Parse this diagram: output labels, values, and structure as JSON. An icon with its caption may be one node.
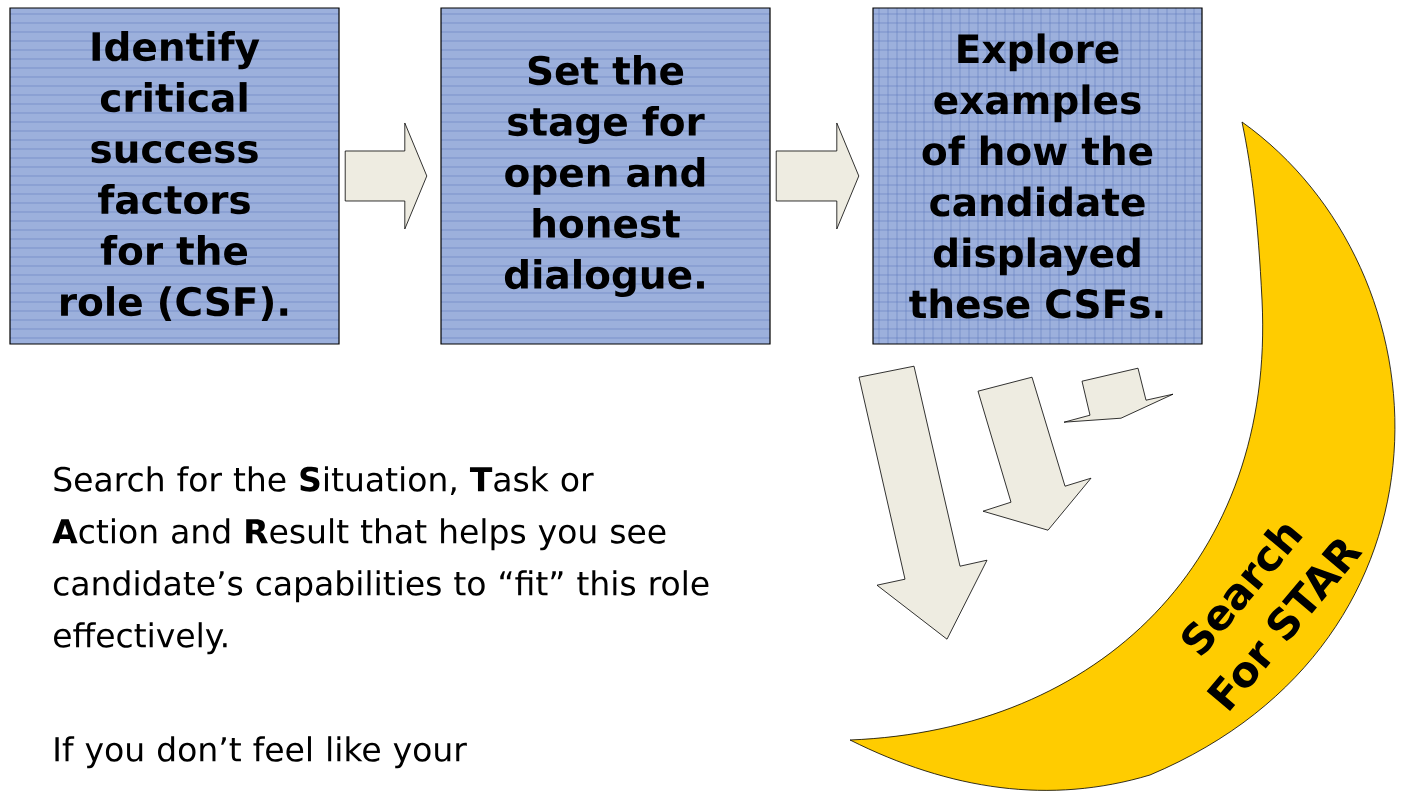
{
  "diagram": {
    "nodes": [
      {
        "text": [
          "Identify critical success factors for the role (CSF)."
        ]
      },
      {
        "text": [
          "Set the stage for open and honest dialogue."
        ]
      },
      {
        "text": [
          "Explore examples of how the candidate displayed these CSFs."
        ]
      },
      {
        "text": [
          "Search For STAR"
        ]
      }
    ],
    "edges": [
      {
        "from": 0,
        "to": 1,
        "arrow": "to"
      },
      {
        "from": 1,
        "to": 2,
        "arrow": "to"
      },
      {
        "from": 2,
        "to": null,
        "arrow": "to"
      },
      {
        "from": 2,
        "to": null,
        "arrow": "to"
      },
      {
        "from": 2,
        "to": null,
        "arrow": "to"
      }
    ],
    "labels": [
      "Search for the **S**ituation, **T**ask or **A**ction and **R**esult that helps you see candidate’s capabilities to “fit” this role effectively.",
      "If you don’t feel like your"
    ]
  }
}
